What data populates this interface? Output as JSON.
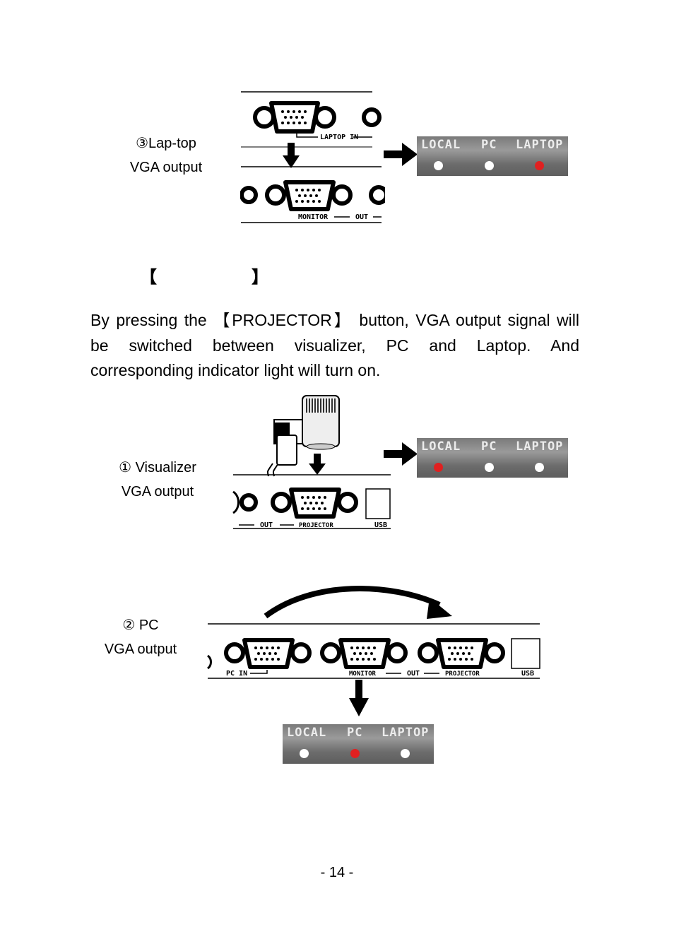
{
  "section3": {
    "caption_line1": "③Lap-top",
    "caption_line2": "VGA output",
    "port_labels": {
      "laptop_in": "LAPTOP IN",
      "monitor": "MONITOR",
      "out": "OUT"
    },
    "panel": {
      "local": "LOCAL",
      "pc": "PC",
      "laptop": "LAPTOP",
      "active": "laptop"
    }
  },
  "heading": {
    "open_bracket": "【",
    "close_bracket": "】"
  },
  "paragraph": {
    "line1": "By pressing the 【PROJECTOR】 button, VGA output signal will",
    "line2": "be switched between visualizer, PC and Laptop. And",
    "line3": "corresponding indicator light will turn on."
  },
  "section1": {
    "caption_line1": "①  Visualizer",
    "caption_line2": "VGA output",
    "port_labels": {
      "out": "OUT",
      "projector": "PROJECTOR",
      "usb": "USB"
    },
    "panel": {
      "local": "LOCAL",
      "pc": "PC",
      "laptop": "LAPTOP",
      "active": "local"
    }
  },
  "section2": {
    "caption_line1": "②  PC",
    "caption_line2": "VGA output",
    "port_labels": {
      "pc_in": "PC IN",
      "monitor": "MONITOR",
      "out": "OUT",
      "projector": "PROJECTOR",
      "usb": "USB"
    },
    "panel": {
      "local": "LOCAL",
      "pc": "PC",
      "laptop": "LAPTOP",
      "active": "pc"
    }
  },
  "footer": {
    "page_number": "- 14 -"
  },
  "colors": {
    "led_on": "#e02020",
    "led_off": "#ffffff",
    "panel_bg": "#7a7a7a"
  }
}
